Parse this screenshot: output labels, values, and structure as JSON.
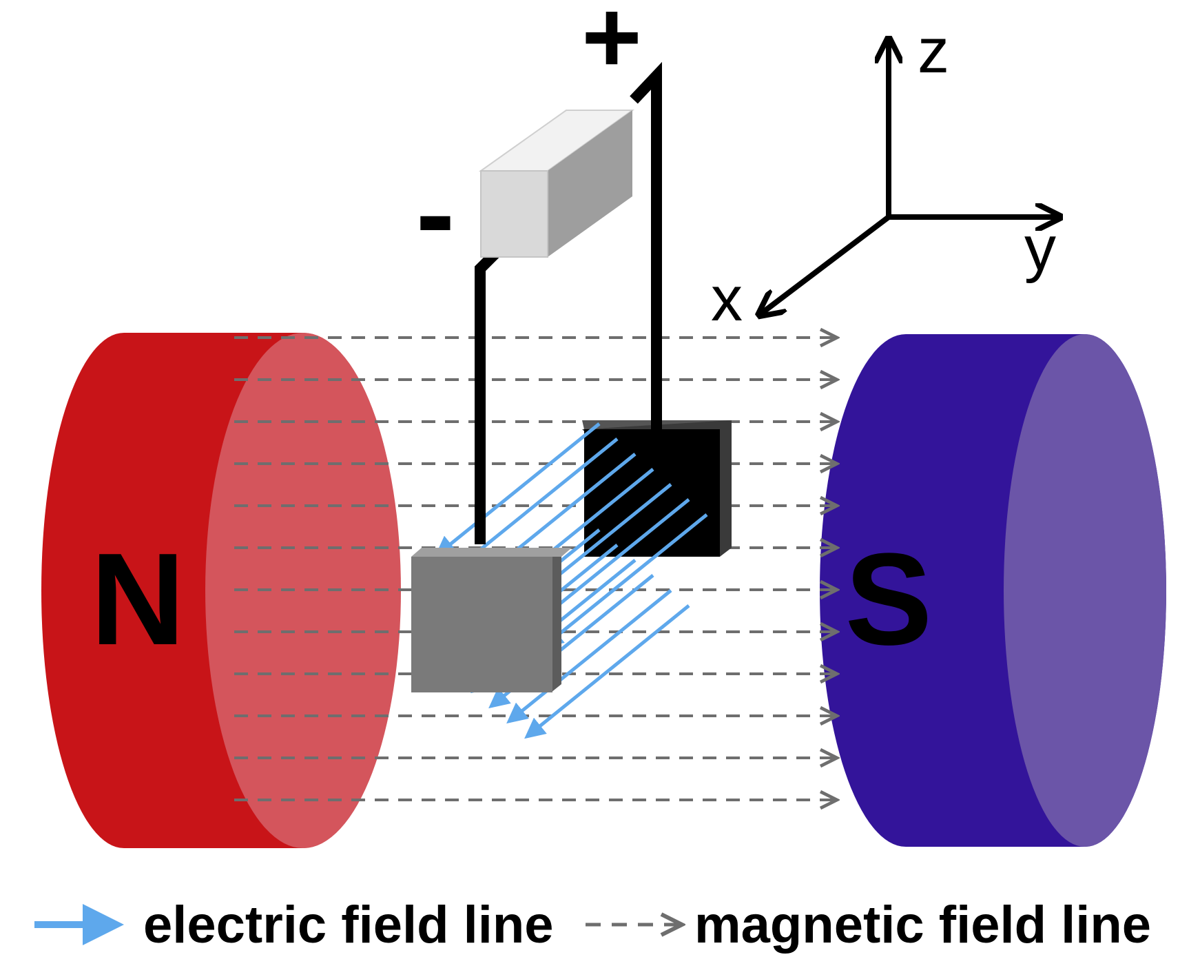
{
  "magnets": {
    "north": {
      "label": "N",
      "side_color": "#c81418",
      "face_color": "#d4555c"
    },
    "south": {
      "label": "S",
      "side_color": "#33149a",
      "face_color": "#6b55a8"
    }
  },
  "source": {
    "plus": "+",
    "minus": "-"
  },
  "axes": {
    "z": "z",
    "y": "y",
    "x": "x"
  },
  "electrodes": {
    "back_color": "#000000",
    "front_color": "#7a7a7a"
  },
  "legend": {
    "electric_label": "electric field line",
    "magnetic_label": "magnetic field line",
    "electric_color": "#5ea8ec",
    "magnetic_color": "#6e6e6e"
  },
  "colors": {
    "wire": "#000000"
  }
}
